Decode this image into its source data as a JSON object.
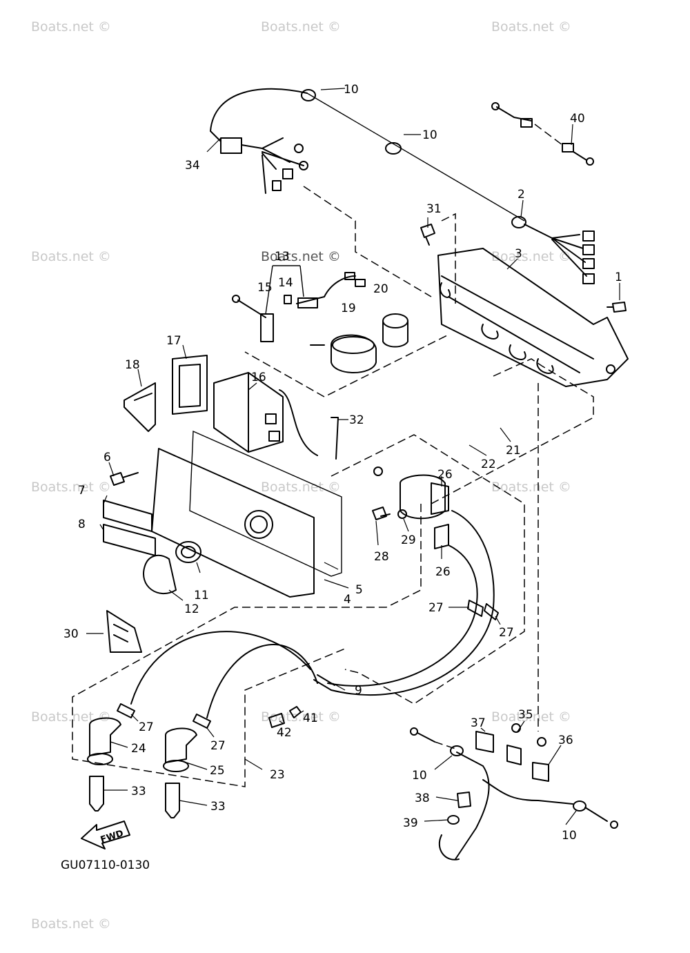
{
  "watermarks": [
    "Boats.net ©",
    "Boats.net ©",
    "Boats.net ©",
    "Boats.net ©",
    "Boats.net ©",
    "Boats.net ©",
    "Boats.net ©",
    "Boats.net ©",
    "Boats.net ©",
    "Boats.net ©",
    "Boats.net ©",
    "Boats.net ©"
  ],
  "watermark_dark": "Boats.net ©",
  "callouts": [
    "10",
    "10",
    "40",
    "34",
    "2",
    "31",
    "3",
    "1",
    "13",
    "14",
    "15",
    "20",
    "19",
    "17",
    "18",
    "16",
    "32",
    "21",
    "22",
    "6",
    "26",
    "7",
    "8",
    "28",
    "29",
    "26",
    "11",
    "5",
    "4",
    "12",
    "27",
    "27",
    "30",
    "9",
    "41",
    "42",
    "27",
    "27",
    "24",
    "25",
    "23",
    "37",
    "35",
    "36",
    "10",
    "38",
    "39",
    "10",
    "33",
    "33"
  ],
  "fwd_label": "FWD",
  "catalog_number": "GU07110-0130"
}
